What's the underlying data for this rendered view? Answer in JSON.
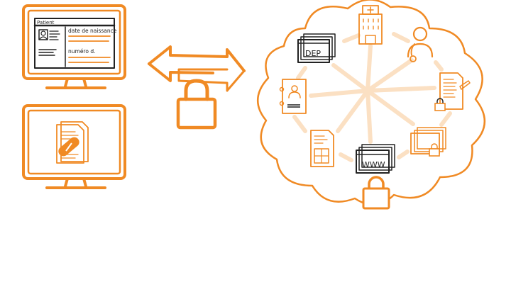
{
  "monitor_record": {
    "header": "Patient",
    "field_birthdate": "date de naissance",
    "field_number": "numéro d."
  },
  "cloud": {
    "dep_label": "DEP",
    "www_label": "WWW"
  },
  "colors": {
    "accent": "#f08a24",
    "light_link": "#fbe0c3",
    "ink": "#222222"
  }
}
